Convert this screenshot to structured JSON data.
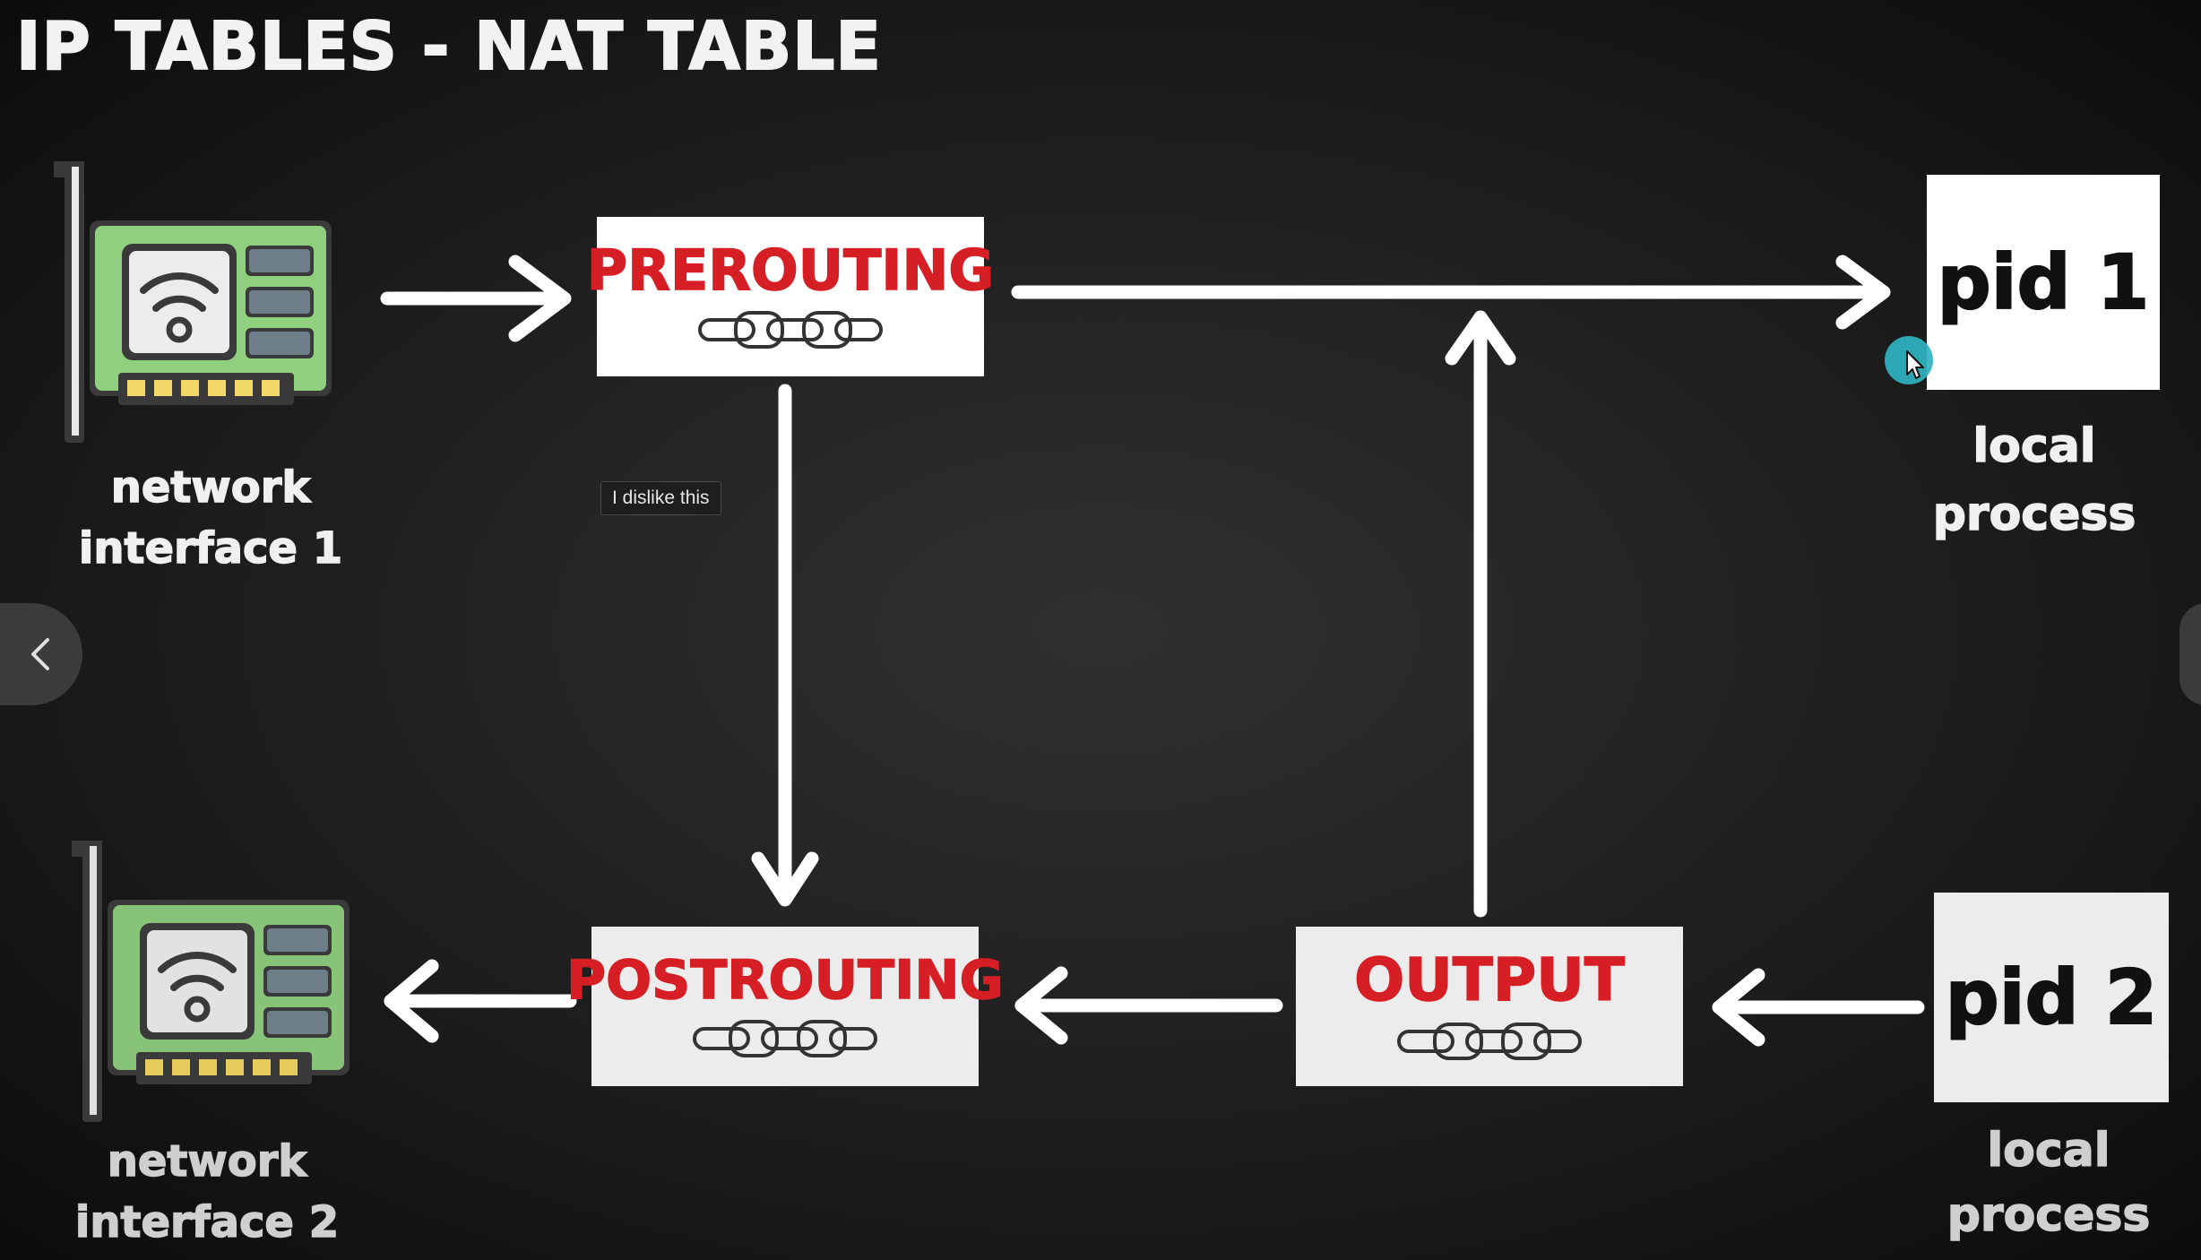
{
  "title": "IP TABLES - NAT TABLE",
  "chains": {
    "prerouting": "PREROUTING",
    "postrouting": "POSTROUTING",
    "output": "OUTPUT"
  },
  "processes": {
    "pid1": "pid 1",
    "pid2": "pid 2",
    "local_process_1": {
      "line1": "local",
      "line2": "process"
    },
    "local_process_2": {
      "line1": "local",
      "line2": "process"
    }
  },
  "interfaces": {
    "nic1": {
      "line1": "network",
      "line2": "interface 1"
    },
    "nic2": {
      "line1": "network",
      "line2": "interface 2"
    }
  },
  "tooltip": "I dislike this",
  "colors": {
    "chain_text": "#d61f25",
    "card_green": "#8fd07f",
    "card_frame": "#3a3a3a",
    "pins": "#f2d86a",
    "cursor_ring": "#2fb3c0",
    "arrow": "#ffffff"
  },
  "icons": {
    "nic": "network-card-icon",
    "chain": "chain-link-icon",
    "nav_prev": "chevron-left-icon",
    "cursor": "mouse-pointer-icon"
  }
}
